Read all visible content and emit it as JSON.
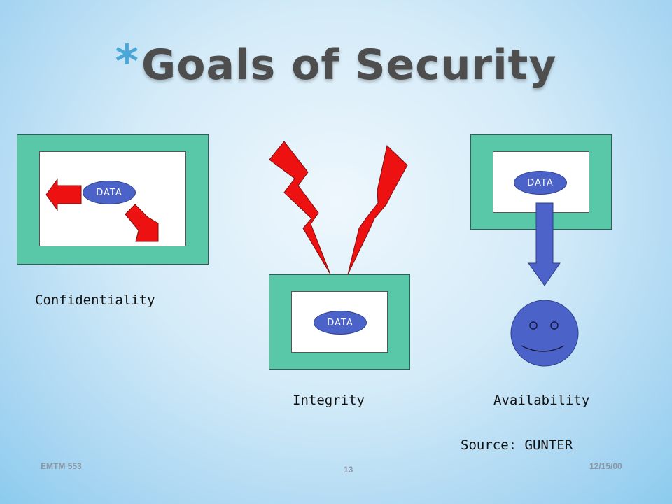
{
  "slide": {
    "title": "Goals of Security",
    "bullet_glyph": "*",
    "data_label": "DATA",
    "labels": {
      "confidentiality": "Confidentiality",
      "integrity": "Integrity",
      "availability": "Availability"
    },
    "source": "Source: GUNTER",
    "footer": {
      "left": "EMTM 553",
      "center": "13",
      "right": "12/15/00"
    }
  },
  "colors": {
    "frame": "#58c8a8",
    "data_oval": "#4b63c8",
    "arrow_red": "#ee1111",
    "lightning_red": "#ee1111",
    "availability_arrow": "#4d63c9",
    "smiley": "#4b63c8",
    "title_star": "#4aa7d8",
    "title_text": "#4e4e4e"
  },
  "icons": [
    "left-arrow-icon",
    "down-right-arrow-icon",
    "lightning-bolt-icon",
    "down-arrow-icon",
    "smiley-face-icon"
  ]
}
